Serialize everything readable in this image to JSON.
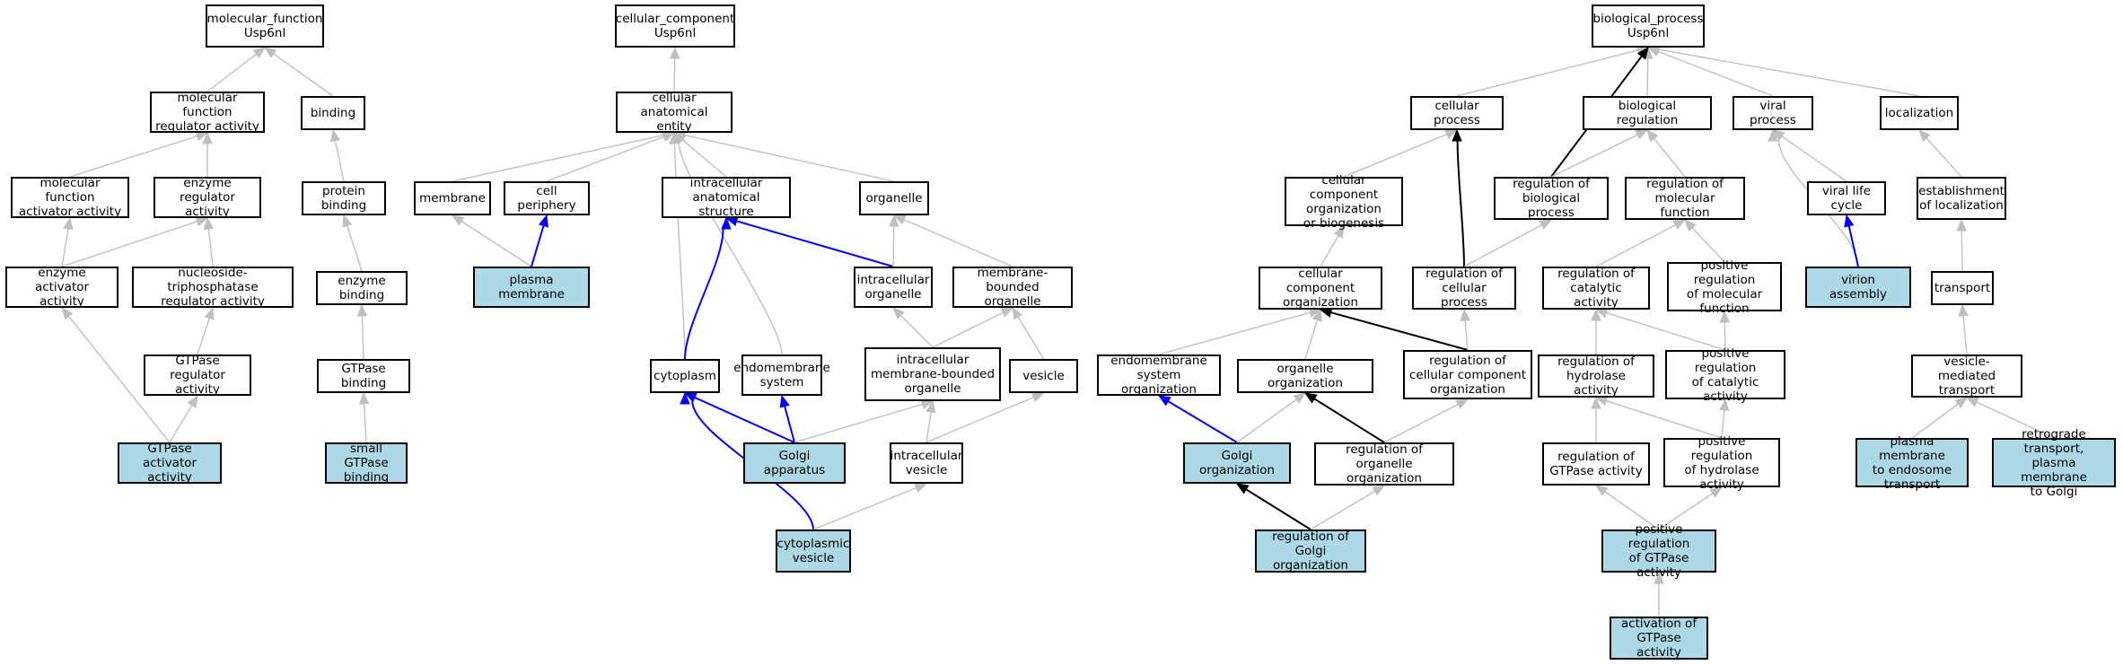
{
  "colors": {
    "highlight_fill": "#add8e6",
    "default_edge": "#bfbfbf",
    "black_edge": "#000000",
    "blue_edge": "#0000ff"
  },
  "nodes": [
    {
      "id": "mf",
      "label": "molecular_function\nUsp6nl",
      "hl": false
    },
    {
      "id": "mfra",
      "label": "molecular function\nregulator activity",
      "hl": false
    },
    {
      "id": "binding",
      "label": "binding",
      "hl": false
    },
    {
      "id": "mfaa",
      "label": "molecular function\nactivator activity",
      "hl": false
    },
    {
      "id": "era",
      "label": "enzyme regulator\nactivity",
      "hl": false
    },
    {
      "id": "pb",
      "label": "protein binding",
      "hl": false
    },
    {
      "id": "eaa",
      "label": "enzyme activator\nactivity",
      "hl": false
    },
    {
      "id": "ntra",
      "label": "nucleoside-triphosphatase\nregulator activity",
      "hl": false
    },
    {
      "id": "eb",
      "label": "enzyme binding",
      "hl": false
    },
    {
      "id": "gra",
      "label": "GTPase regulator\nactivity",
      "hl": false
    },
    {
      "id": "gb",
      "label": "GTPase binding",
      "hl": false
    },
    {
      "id": "gaa",
      "label": "GTPase activator\nactivity",
      "hl": true
    },
    {
      "id": "sgb",
      "label": "small GTPase\nbinding",
      "hl": true
    },
    {
      "id": "cc",
      "label": "cellular_component\nUsp6nl",
      "hl": false
    },
    {
      "id": "cae",
      "label": "cellular anatomical\nentity",
      "hl": false
    },
    {
      "id": "membrane",
      "label": "membrane",
      "hl": false
    },
    {
      "id": "cp",
      "label": "cell periphery",
      "hl": false
    },
    {
      "id": "ias",
      "label": "intracellular\nanatomical structure",
      "hl": false
    },
    {
      "id": "organelle",
      "label": "organelle",
      "hl": false
    },
    {
      "id": "pm",
      "label": "plasma membrane",
      "hl": true
    },
    {
      "id": "io",
      "label": "intracellular\norganelle",
      "hl": false
    },
    {
      "id": "mbo",
      "label": "membrane-bounded\norganelle",
      "hl": false
    },
    {
      "id": "cyto",
      "label": "cytoplasm",
      "hl": false
    },
    {
      "id": "es",
      "label": "endomembrane\nsystem",
      "hl": false
    },
    {
      "id": "imbo",
      "label": "intracellular\nmembrane-bounded\norganelle",
      "hl": false
    },
    {
      "id": "vesicle",
      "label": "vesicle",
      "hl": false
    },
    {
      "id": "golgi",
      "label": "Golgi apparatus",
      "hl": true
    },
    {
      "id": "iv",
      "label": "intracellular\nvesicle",
      "hl": false
    },
    {
      "id": "cv",
      "label": "cytoplasmic\nvesicle",
      "hl": true
    },
    {
      "id": "bp",
      "label": "biological_process\nUsp6nl",
      "hl": false
    },
    {
      "id": "cellp",
      "label": "cellular process",
      "hl": false
    },
    {
      "id": "br",
      "label": "biological regulation",
      "hl": false
    },
    {
      "id": "vp",
      "label": "viral process",
      "hl": false
    },
    {
      "id": "loc",
      "label": "localization",
      "hl": false
    },
    {
      "id": "ccob",
      "label": "cellular component\norganization\nor biogenesis",
      "hl": false
    },
    {
      "id": "rbp",
      "label": "regulation of\nbiological process",
      "hl": false
    },
    {
      "id": "rmf",
      "label": "regulation of\nmolecular function",
      "hl": false
    },
    {
      "id": "vlc",
      "label": "viral life cycle",
      "hl": false
    },
    {
      "id": "eol",
      "label": "establishment\nof localization",
      "hl": false
    },
    {
      "id": "cco",
      "label": "cellular component\norganization",
      "hl": false
    },
    {
      "id": "rcp",
      "label": "regulation of\ncellular process",
      "hl": false
    },
    {
      "id": "rca",
      "label": "regulation of\ncatalytic activity",
      "hl": false
    },
    {
      "id": "prmf",
      "label": "positive regulation\nof molecular\nfunction",
      "hl": false
    },
    {
      "id": "va",
      "label": "virion assembly",
      "hl": true
    },
    {
      "id": "transport",
      "label": "transport",
      "hl": false
    },
    {
      "id": "eso",
      "label": "endomembrane\nsystem organization",
      "hl": false
    },
    {
      "id": "oo",
      "label": "organelle organization",
      "hl": false
    },
    {
      "id": "rcco",
      "label": "regulation of\ncellular component\norganization",
      "hl": false
    },
    {
      "id": "rha",
      "label": "regulation of\nhydrolase activity",
      "hl": false
    },
    {
      "id": "prca",
      "label": "positive regulation\nof catalytic\nactivity",
      "hl": false
    },
    {
      "id": "vmt",
      "label": "vesicle-mediated\ntransport",
      "hl": false
    },
    {
      "id": "go",
      "label": "Golgi organization",
      "hl": true
    },
    {
      "id": "roo",
      "label": "regulation of\norganelle organization",
      "hl": false
    },
    {
      "id": "rga",
      "label": "regulation of\nGTPase activity",
      "hl": false
    },
    {
      "id": "prha",
      "label": "positive regulation\nof hydrolase\nactivity",
      "hl": false
    },
    {
      "id": "pmet",
      "label": "plasma membrane\nto endosome\ntransport",
      "hl": true
    },
    {
      "id": "rtpg",
      "label": "retrograde transport,\nplasma membrane\nto Golgi",
      "hl": true
    },
    {
      "id": "rgo",
      "label": "regulation of\nGolgi organization",
      "hl": true
    },
    {
      "id": "prga",
      "label": "positive regulation\nof GTPase activity",
      "hl": true
    },
    {
      "id": "aga",
      "label": "activation of\nGTPase activity",
      "hl": true
    }
  ],
  "edges": [
    [
      "mfra",
      "mf",
      "gray"
    ],
    [
      "binding",
      "mf",
      "gray"
    ],
    [
      "mfaa",
      "mfra",
      "gray"
    ],
    [
      "era",
      "mfra",
      "gray"
    ],
    [
      "pb",
      "binding",
      "gray"
    ],
    [
      "eaa",
      "mfaa",
      "gray"
    ],
    [
      "eaa",
      "era",
      "gray"
    ],
    [
      "ntra",
      "era",
      "gray"
    ],
    [
      "eb",
      "pb",
      "gray"
    ],
    [
      "gra",
      "ntra",
      "gray"
    ],
    [
      "gb",
      "eb",
      "gray"
    ],
    [
      "gaa",
      "eaa",
      "gray"
    ],
    [
      "gaa",
      "gra",
      "gray"
    ],
    [
      "sgb",
      "gb",
      "gray"
    ],
    [
      "cae",
      "cc",
      "gray"
    ],
    [
      "membrane",
      "cae",
      "gray"
    ],
    [
      "cp",
      "cae",
      "gray"
    ],
    [
      "ias",
      "cae",
      "gray"
    ],
    [
      "organelle",
      "cae",
      "gray"
    ],
    [
      "cyto",
      "cae",
      "gray"
    ],
    [
      "es",
      "cae",
      "gray"
    ],
    [
      "pm",
      "membrane",
      "gray"
    ],
    [
      "pm",
      "cp",
      "blue"
    ],
    [
      "io",
      "ias",
      "blue"
    ],
    [
      "io",
      "organelle",
      "gray"
    ],
    [
      "mbo",
      "organelle",
      "gray"
    ],
    [
      "cyto",
      "ias",
      "blue"
    ],
    [
      "imbo",
      "io",
      "gray"
    ],
    [
      "imbo",
      "mbo",
      "gray"
    ],
    [
      "vesicle",
      "mbo",
      "gray"
    ],
    [
      "golgi",
      "cyto",
      "blue"
    ],
    [
      "golgi",
      "es",
      "blue"
    ],
    [
      "golgi",
      "imbo",
      "gray"
    ],
    [
      "iv",
      "imbo",
      "gray"
    ],
    [
      "iv",
      "vesicle",
      "gray"
    ],
    [
      "cv",
      "cyto",
      "blue"
    ],
    [
      "cv",
      "iv",
      "gray"
    ],
    [
      "cellp",
      "bp",
      "gray"
    ],
    [
      "br",
      "bp",
      "gray"
    ],
    [
      "vp",
      "bp",
      "gray"
    ],
    [
      "loc",
      "bp",
      "gray"
    ],
    [
      "rbp",
      "bp",
      "black"
    ],
    [
      "ccob",
      "cellp",
      "gray"
    ],
    [
      "rbp",
      "br",
      "gray"
    ],
    [
      "rmf",
      "br",
      "gray"
    ],
    [
      "va",
      "vp",
      "gray"
    ],
    [
      "vlc",
      "vp",
      "gray"
    ],
    [
      "va",
      "vlc",
      "blue"
    ],
    [
      "eol",
      "loc",
      "gray"
    ],
    [
      "rcp",
      "cellp",
      "black"
    ],
    [
      "rcp",
      "rbp",
      "gray"
    ],
    [
      "cco",
      "ccob",
      "gray"
    ],
    [
      "rca",
      "rmf",
      "gray"
    ],
    [
      "prmf",
      "rmf",
      "gray"
    ],
    [
      "transport",
      "eol",
      "gray"
    ],
    [
      "eso",
      "cco",
      "gray"
    ],
    [
      "oo",
      "cco",
      "gray"
    ],
    [
      "rcco",
      "cco",
      "black"
    ],
    [
      "rcco",
      "rcp",
      "gray"
    ],
    [
      "rha",
      "rca",
      "gray"
    ],
    [
      "prca",
      "rca",
      "gray"
    ],
    [
      "prca",
      "prmf",
      "gray"
    ],
    [
      "vmt",
      "transport",
      "gray"
    ],
    [
      "go",
      "eso",
      "blue"
    ],
    [
      "go",
      "oo",
      "gray"
    ],
    [
      "roo",
      "oo",
      "black"
    ],
    [
      "roo",
      "rcco",
      "gray"
    ],
    [
      "rga",
      "rha",
      "gray"
    ],
    [
      "prha",
      "rha",
      "gray"
    ],
    [
      "prha",
      "prca",
      "gray"
    ],
    [
      "pmet",
      "vmt",
      "gray"
    ],
    [
      "rtpg",
      "vmt",
      "gray"
    ],
    [
      "rgo",
      "go",
      "black"
    ],
    [
      "rgo",
      "roo",
      "gray"
    ],
    [
      "prga",
      "rga",
      "gray"
    ],
    [
      "prga",
      "prha",
      "gray"
    ],
    [
      "aga",
      "prga",
      "gray"
    ]
  ]
}
